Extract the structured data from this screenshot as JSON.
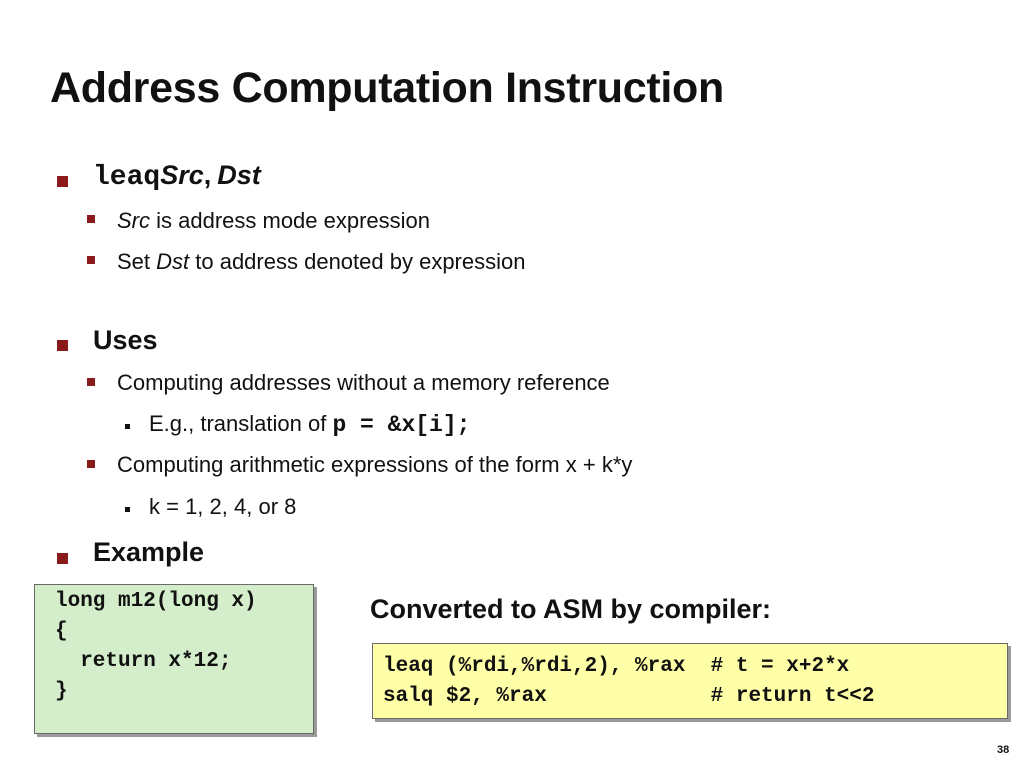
{
  "slide": {
    "title": "Address Computation Instruction",
    "page_number": "38"
  },
  "section_leaq": {
    "instruction": "leaq",
    "src": "Src",
    "comma": ",",
    "dst": "Dst",
    "sub1": {
      "italic": "Src",
      "rest": " is address mode expression"
    },
    "sub2": {
      "pre": "Set ",
      "italic": "Dst",
      "rest": " to address denoted by expression"
    }
  },
  "section_uses": {
    "heading": "Uses",
    "sub1": "Computing addresses without a memory reference",
    "sub1_detail": {
      "pre": "E.g., translation of ",
      "code": "p = &x[i];"
    },
    "sub2": "Computing arithmetic expressions of the form x + k*y",
    "sub2_detail": "k = 1, 2, 4, or 8"
  },
  "section_example": {
    "heading": "Example",
    "c_code": "long m12(long x)\n{\n  return x*12;\n}",
    "converted_label": "Converted to ASM by compiler:",
    "asm_code": "leaq (%rdi,%rdi,2), %rax  # t = x+2*x\nsalq $2, %rax             # return t<<2"
  },
  "colors": {
    "bullet_accent": "#8b1a1a",
    "c_code_background": "#d4eecb",
    "asm_code_background": "#ffffa8"
  }
}
